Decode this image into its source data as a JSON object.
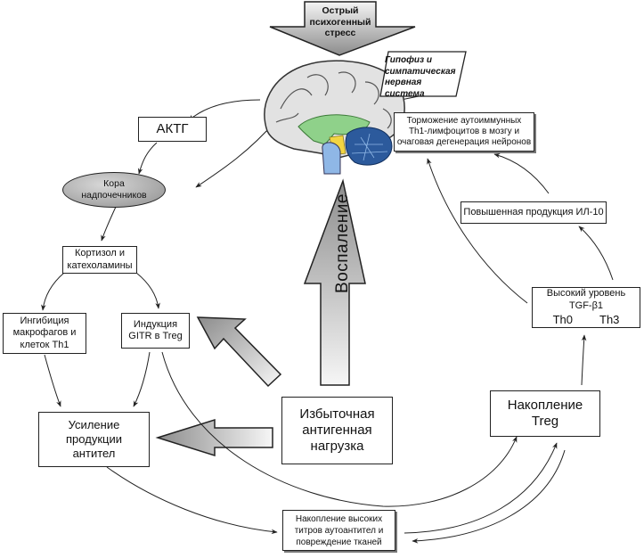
{
  "diagram": {
    "stress_arrow": {
      "label": "Острый\nпсихогенный\nстресс"
    },
    "brain_callout_pituitary": {
      "label": "Гипофиз и\nсимпатическая\nнервная система"
    },
    "brain_callout_inhibition": {
      "label": "Торможение аутоиммунных\nTh1-лимфоцитов в мозгу и\nочаговая дегенерация нейронов"
    },
    "acth": {
      "label": "АКТГ"
    },
    "adrenal_cortex": {
      "label": "Кора\nнадпочечников"
    },
    "cortisol": {
      "label": "Кортизол и\nкатехоламины"
    },
    "inhibition_macrophages": {
      "label": "Ингибиция\nмакрофагов и\nклеток Th1"
    },
    "gitr_induction": {
      "label": "Индукция\nGITR в Treg"
    },
    "antibody_enhancement": {
      "label": "Усиление\nпродукции\nантител"
    },
    "inflammation_arrow": {
      "label": "Воспаление"
    },
    "antigen_load": {
      "label": "Избыточная\nантигенная\nнагрузка"
    },
    "il10": {
      "label": "Повышенная продукция ИЛ-10"
    },
    "tgf": {
      "line1": "Высокий уровень",
      "line2": "TGF-β1",
      "th0": "Th0",
      "th3": "Th3"
    },
    "treg_accumulation": {
      "label": "Накопление\nTreg"
    },
    "autoantibody": {
      "label": "Накопление высоких\nтитров аутоантител и\nповреждение тканей"
    }
  },
  "colors": {
    "line": "#222222",
    "arrow_fill_light": "#f2f2f2",
    "arrow_fill_dark": "#9a9a9a",
    "brain_gray": "#d9d9d9",
    "brain_green": "#8fd18a",
    "brain_blue": "#2c5a9c",
    "brain_lightblue": "#8fb7e6",
    "brain_yellow": "#f2d542"
  }
}
